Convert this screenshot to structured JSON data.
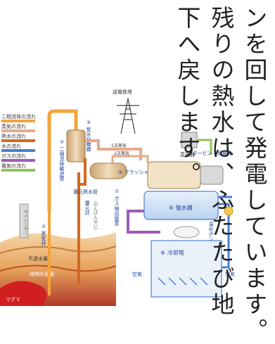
{
  "text_columns": [
    "ンを回して発電しています。",
    "残りの熱水は、ふたたび地",
    "下へ戻します。"
  ],
  "legend": [
    {
      "label": "二相流体の流れ",
      "color": "#f3a33a"
    },
    {
      "label": "蒸気の流れ",
      "color": "#e8a98a"
    },
    {
      "label": "熱水の流れ",
      "color": "#d2691e"
    },
    {
      "label": "水の流れ",
      "color": "#4a7fd4"
    },
    {
      "label": "ガスの流れ",
      "color": "#a05bb5"
    },
    {
      "label": "電気の流れ",
      "color": "#8fc35a"
    }
  ],
  "labels": {
    "separator": "③ 気水分離器",
    "two_phase_pipe": "② 二相流体輸送管",
    "flasher": "④ フラッシャー",
    "turbine": "⑤ タービン・発電機",
    "condenser": "⑥ 復水器",
    "gas_extractor": "⑦ ガス抽出装置",
    "cooling_tower": "⑧ 冷却塔",
    "steam_well": "① 蒸気井",
    "reinjection_well": "還元井",
    "reinjection_well_kana": "（かんげんせい）",
    "hot_water_pipe": "還元熱水管",
    "tower": "送電鉄塔",
    "transformer": "変圧器",
    "hp_steam": "1次蒸気",
    "lp_steam": "2次蒸気",
    "pump": "温水ポンプ",
    "air_left": "空気",
    "air_right": "空気",
    "impermeable": "不透水層",
    "reservoir": "地熱貯留層",
    "magma": "マグマ",
    "silencer": "サイレンサー"
  },
  "colors": {
    "two_phase": "#f3a33a",
    "steam": "#e8a98a",
    "hot_water": "#d2691e",
    "water": "#4a7fd4",
    "gas": "#a05bb5",
    "electric": "#8fc35a",
    "label_blue": "#1f3f99"
  }
}
